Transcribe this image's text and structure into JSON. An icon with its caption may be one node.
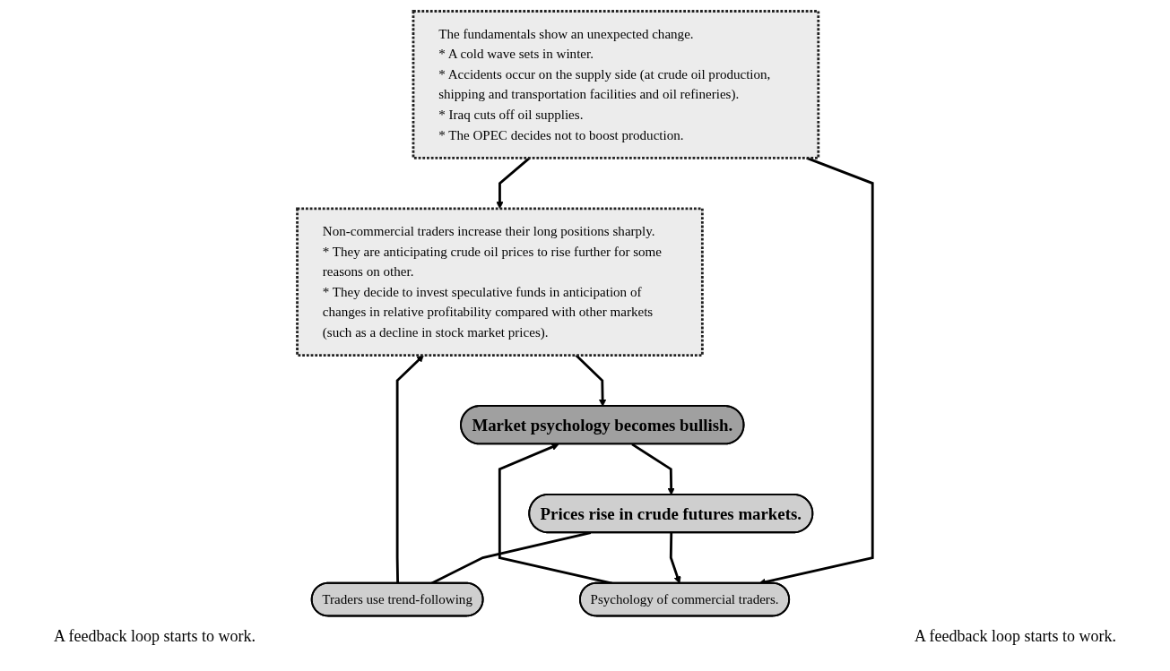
{
  "diagram": {
    "nodes": [
      {
        "text": [
          "Non-commercial traders increase their long positions sharply.",
          "* They are anticipating crude oil prices to rise further for some reasons on other.",
          "* They decide to invest speculative funds in anticipation of changes in relative profitability compared with other markets (such as a decline in stock market prices)."
        ]
      },
      {
        "text": [
          "The fundamentals show an unexpected change.",
          "* A cold wave sets in winter.",
          "* Accidents occur on the supply side (at crude oil production, shipping and transportation facilities and oil refineries).",
          "* Iraq cuts off oil supplies.",
          "* The OPEC decides not to boost production."
        ]
      },
      {
        "text": [
          "Market psychology becomes bullish."
        ]
      },
      {
        "text": [
          "Psychology of commercial traders."
        ]
      },
      {
        "text": [
          "Traders use trend-following"
        ]
      },
      {
        "text": [
          "Prices rise in crude futures markets."
        ]
      }
    ],
    "edges": [
      {
        "from": 1,
        "to": 0,
        "arrow": "to"
      },
      {
        "from": 0,
        "to": 2,
        "arrow": "to"
      },
      {
        "from": 1,
        "to": 3,
        "arrow": "to"
      },
      {
        "from": 3,
        "to": 2,
        "arrow": "to"
      },
      {
        "from": 2,
        "to": 5,
        "arrow": "to"
      },
      {
        "from": 5,
        "to": 4,
        "arrow": "none"
      },
      {
        "from": 4,
        "to": 0,
        "arrow": "to"
      },
      {
        "from": 5,
        "to": 3,
        "arrow": "to"
      }
    ],
    "labels": [
      "A feedback loop starts to work.",
      "A feedback loop starts to work."
    ]
  }
}
